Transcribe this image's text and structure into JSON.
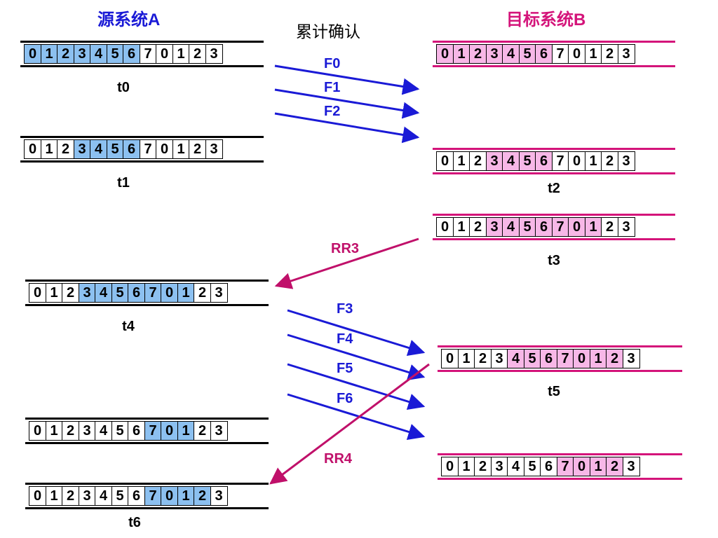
{
  "header": {
    "source_system": "源系统A",
    "target_system": "目标系统B",
    "middle_title": "累计确认"
  },
  "colors": {
    "source_accent": "#1a1ad6",
    "target_accent": "#d4147a",
    "source_window": "#8cc0f0",
    "target_window": "#f7b7e7",
    "frame_arrow": "#1a1ad6",
    "rr_arrow": "#c0106a"
  },
  "sequence": [
    "0",
    "1",
    "2",
    "3",
    "4",
    "5",
    "6",
    "7",
    "0",
    "1",
    "2",
    "3"
  ],
  "source_buffers": [
    {
      "highlight_start": 0,
      "highlight_end": 6,
      "time_label": "t0"
    },
    {
      "highlight_start": 3,
      "highlight_end": 6,
      "time_label": "t1"
    },
    {
      "highlight_start": 3,
      "highlight_end": 9,
      "time_label": "t4"
    },
    {
      "highlight_start": 7,
      "highlight_end": 9,
      "time_label": ""
    },
    {
      "highlight_start": 7,
      "highlight_end": 10,
      "time_label": "t6"
    }
  ],
  "target_buffers": [
    {
      "highlight_start": 0,
      "highlight_end": 6,
      "time_label": ""
    },
    {
      "highlight_start": 3,
      "highlight_end": 6,
      "time_label": "t2"
    },
    {
      "highlight_start": 3,
      "highlight_end": 9,
      "time_label": "t3"
    },
    {
      "highlight_start": 4,
      "highlight_end": 10,
      "time_label": "t5"
    },
    {
      "highlight_start": 7,
      "highlight_end": 10,
      "time_label": ""
    }
  ],
  "frames": {
    "f0": "F0",
    "f1": "F1",
    "f2": "F2",
    "f3": "F3",
    "f4": "F4",
    "f5": "F5",
    "f6": "F6"
  },
  "acks": {
    "rr3": "RR3",
    "rr4": "RR4"
  }
}
